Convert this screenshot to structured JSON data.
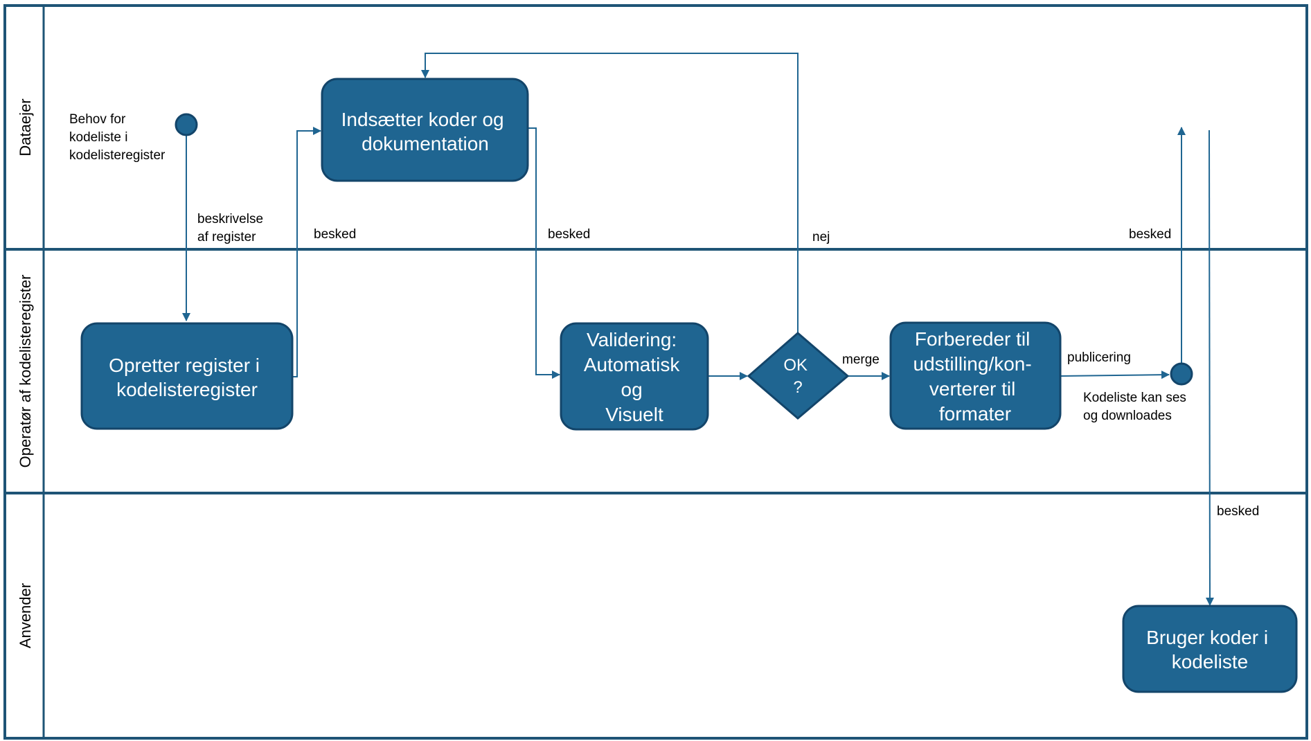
{
  "colors": {
    "node_fill": "#1f6591",
    "node_stroke": "#13456a",
    "line": "#1f6591",
    "frame": "#1e5476"
  },
  "lanes": [
    {
      "label": "Dataejer"
    },
    {
      "label": "Operatør af kodelisteregister"
    },
    {
      "label": "Anvender"
    }
  ],
  "start_event": {
    "label": [
      "Behov for",
      "kodeliste i",
      "kodelisteregister"
    ]
  },
  "end_event": {
    "label": [
      "Kodeliste kan ses",
      "og downloades"
    ]
  },
  "tasks": {
    "insert": [
      "Indsætter koder og",
      "dokumentation"
    ],
    "create": [
      "Opretter register i",
      "kodelisteregister"
    ],
    "validate": [
      "Validering:",
      "Automatisk",
      "og",
      "Visuelt"
    ],
    "prepare": [
      "Forbereder til",
      "udstilling/kon-",
      "verterer til",
      "formater"
    ],
    "use": [
      "Bruger koder i",
      "kodeliste"
    ]
  },
  "decision": {
    "label": [
      "OK",
      "?"
    ]
  },
  "edge_labels": {
    "description": [
      "beskrivelse",
      "af register"
    ],
    "message_create": "besked",
    "message_insert": "besked",
    "no": "nej",
    "merge": "merge",
    "publish": "publicering",
    "message_owner": "besked",
    "message_user": "besked"
  }
}
